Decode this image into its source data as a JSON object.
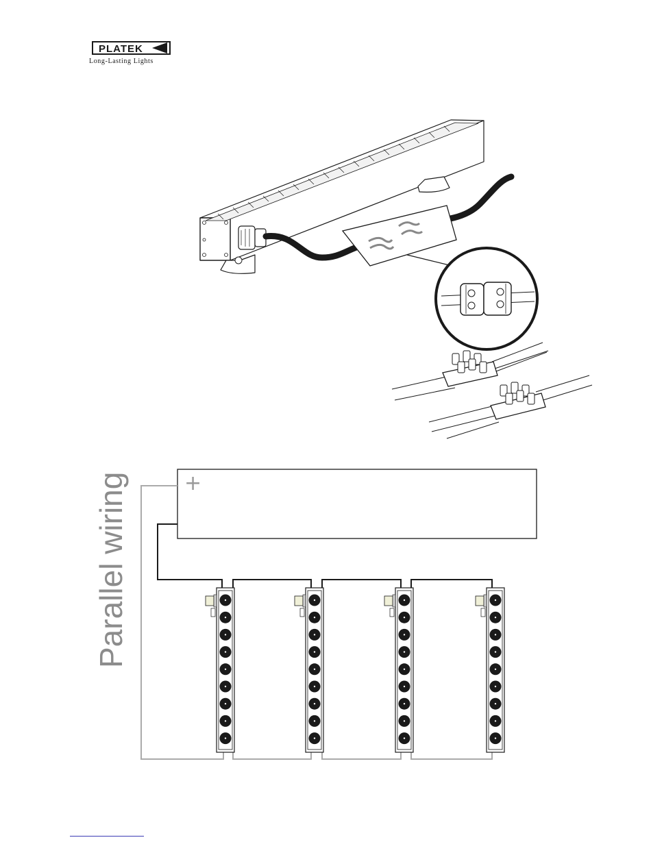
{
  "logo": {
    "brand": "PLATEK",
    "tagline": "Long-Lasting Lights"
  },
  "diagram": {
    "title": "Parallel wiring",
    "power_box": {
      "positive_symbol": "+"
    },
    "fixture_count": 4,
    "leds_per_fixture": 9
  },
  "colors": {
    "line": "#1a1a1a",
    "positive_wire": "#aaaaaa",
    "negative_wire": "#1a1a1a",
    "title": "#8c8c8c",
    "cable": "#1a1a1a"
  },
  "icons": [
    "led-bar-illustration",
    "cable-joint-icon",
    "terminal-block-icon",
    "led-fixture-icon"
  ]
}
